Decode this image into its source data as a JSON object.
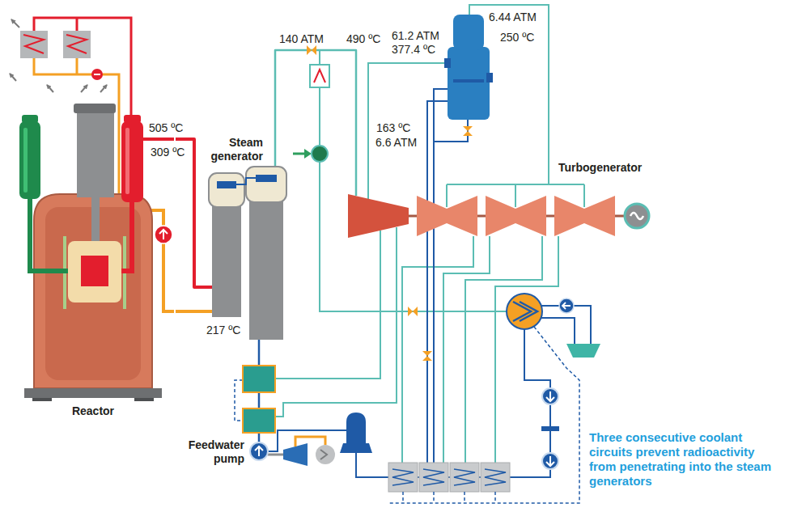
{
  "diagram": {
    "nodes": [
      {
        "text": [
          "Reactor"
        ]
      },
      {
        "text": [
          "Steam generator"
        ]
      },
      {
        "text": [
          "Turbogenerator"
        ]
      },
      {
        "text": [
          "Feedwater pump"
        ]
      }
    ],
    "edges": [
      {
        "from": 0,
        "to": 1,
        "arrow": "none"
      },
      {
        "from": 1,
        "to": 0,
        "arrow": "none"
      },
      {
        "from": 1,
        "to": 2,
        "arrow": "none"
      },
      {
        "from": 3,
        "to": 1,
        "arrow": "none"
      }
    ],
    "labels": [
      "6.44 ATM",
      "140 ATM",
      "490 ºC",
      "61.2 ATM",
      "250 ºC",
      "377.4 ºC",
      "505 ºC",
      "163 ºC",
      "309 ºC",
      "6.6 ATM",
      "217 ºC",
      "Three consecutive coolant circuits prevent radioactivity from penetrating into the steam generators"
    ]
  }
}
